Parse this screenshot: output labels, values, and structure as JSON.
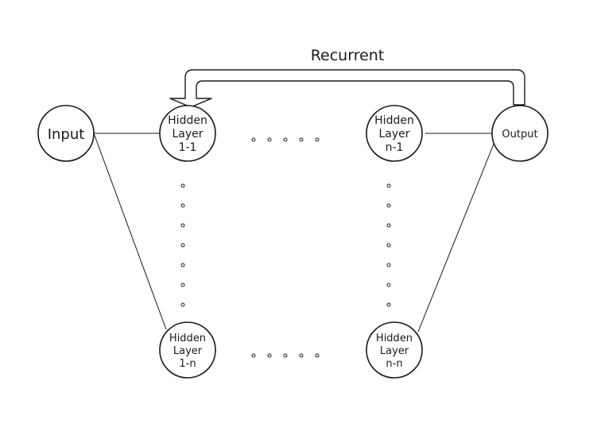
{
  "title": "Recurrent",
  "nodes": {
    "input": [
      "Input"
    ],
    "h11": [
      "Hidden",
      "Layer",
      "1-1"
    ],
    "hn1": [
      "Hidden",
      "Layer",
      "n-1"
    ],
    "h1n": [
      "Hidden",
      "Layer",
      "1-n"
    ],
    "hnn": [
      "Hidden",
      "Layer",
      "n-n"
    ],
    "output": [
      "Output"
    ]
  }
}
